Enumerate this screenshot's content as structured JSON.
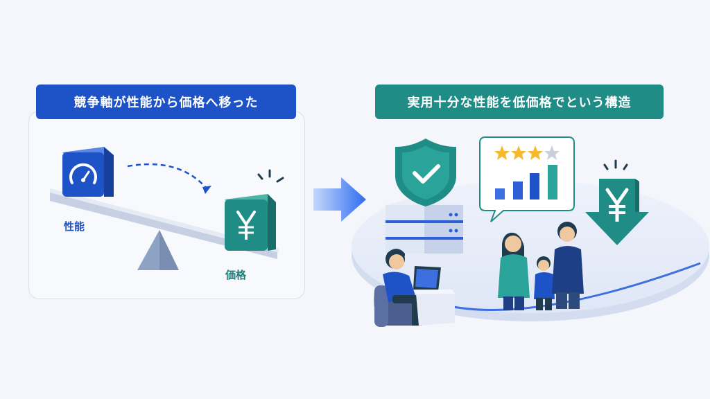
{
  "left": {
    "title": "競争軸が性能から価格へ移った",
    "performance_label": "性能",
    "price_label": "価格",
    "performance_icon": "speedometer-icon",
    "price_icon": "yen-icon"
  },
  "right": {
    "title": "実用十分な性能を低価格でという構造",
    "rating_stars": 3,
    "rating_max": 4,
    "bar_chart_values": [
      1,
      2,
      3,
      4
    ]
  },
  "colors": {
    "blue": "#1e53c8",
    "teal": "#1f8c86",
    "star": "#f5b82e"
  }
}
